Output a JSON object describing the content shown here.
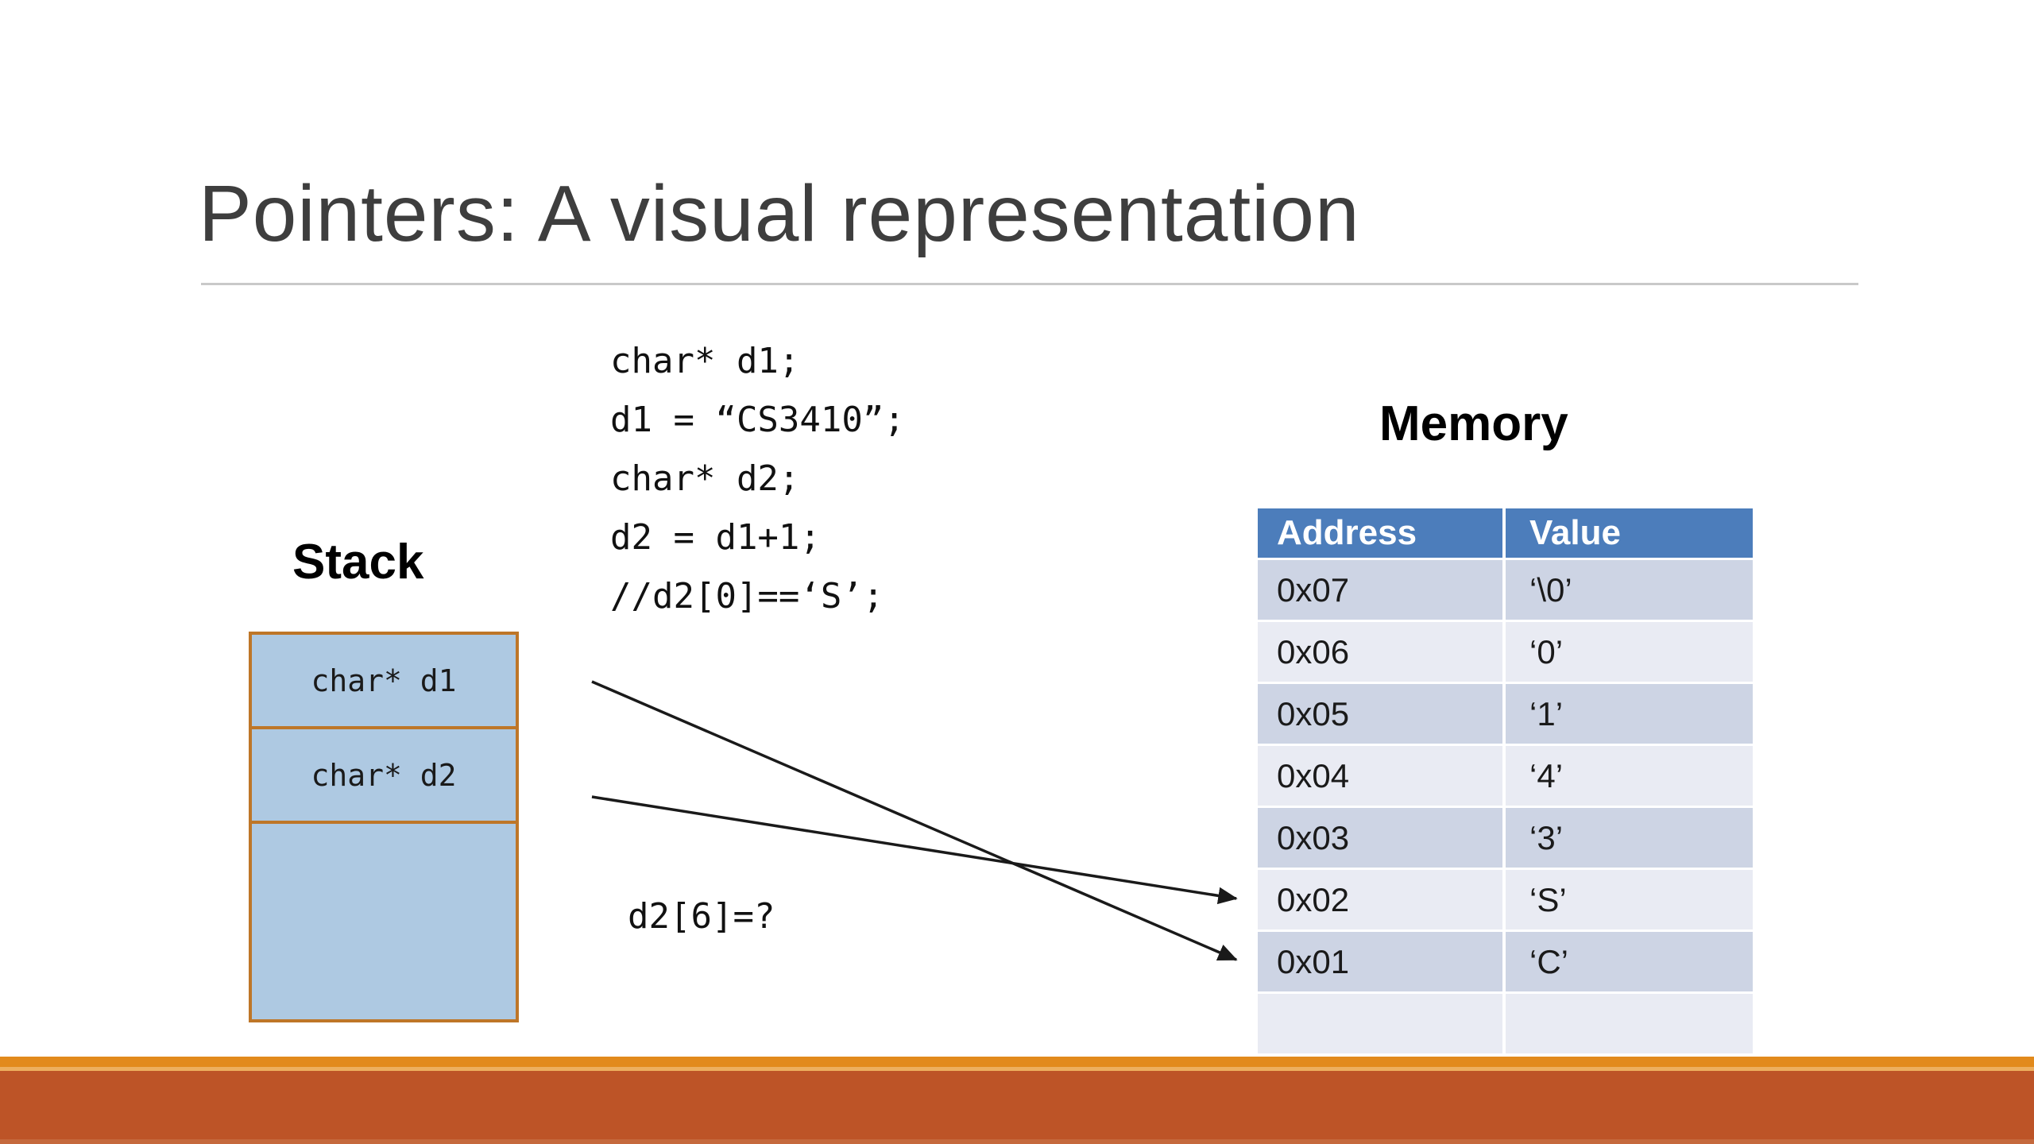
{
  "slide": {
    "title": "Pointers: A visual representation",
    "code": {
      "lines": [
        "char* d1;",
        "d1 = “CS3410”;",
        "char* d2;",
        "d2 = d1+1;",
        "//d2[0]==‘S’;"
      ]
    },
    "annotation": "d2[6]=?",
    "stack": {
      "label": "Stack",
      "cells": [
        "char* d1",
        "char* d2",
        ""
      ]
    },
    "memory": {
      "label": "Memory",
      "columns": [
        "Address",
        "Value"
      ],
      "rows": [
        {
          "address": "0x07",
          "value": "‘\\0’"
        },
        {
          "address": "0x06",
          "value": "‘0’"
        },
        {
          "address": "0x05",
          "value": "‘1’"
        },
        {
          "address": "0x04",
          "value": "‘4’"
        },
        {
          "address": "0x03",
          "value": "‘3’"
        },
        {
          "address": "0x02",
          "value": "‘S’"
        },
        {
          "address": "0x01",
          "value": "‘C’"
        },
        {
          "address": "",
          "value": ""
        }
      ]
    },
    "arrows": [
      {
        "from": "stack-cell-d1",
        "to": "memory-row-0x01"
      },
      {
        "from": "stack-cell-d2",
        "to": "memory-row-0x02"
      }
    ],
    "colors": {
      "table_header": "#4c7dbb",
      "table_row_dark": "#cdd4e4",
      "table_row_light": "#e9ebf3",
      "stack_fill": "#aec9e2",
      "stack_border": "#be7628",
      "footer_strip": "#e28a1c",
      "footer_bar": "#bd5427",
      "title_text": "#3e3e3e"
    }
  }
}
